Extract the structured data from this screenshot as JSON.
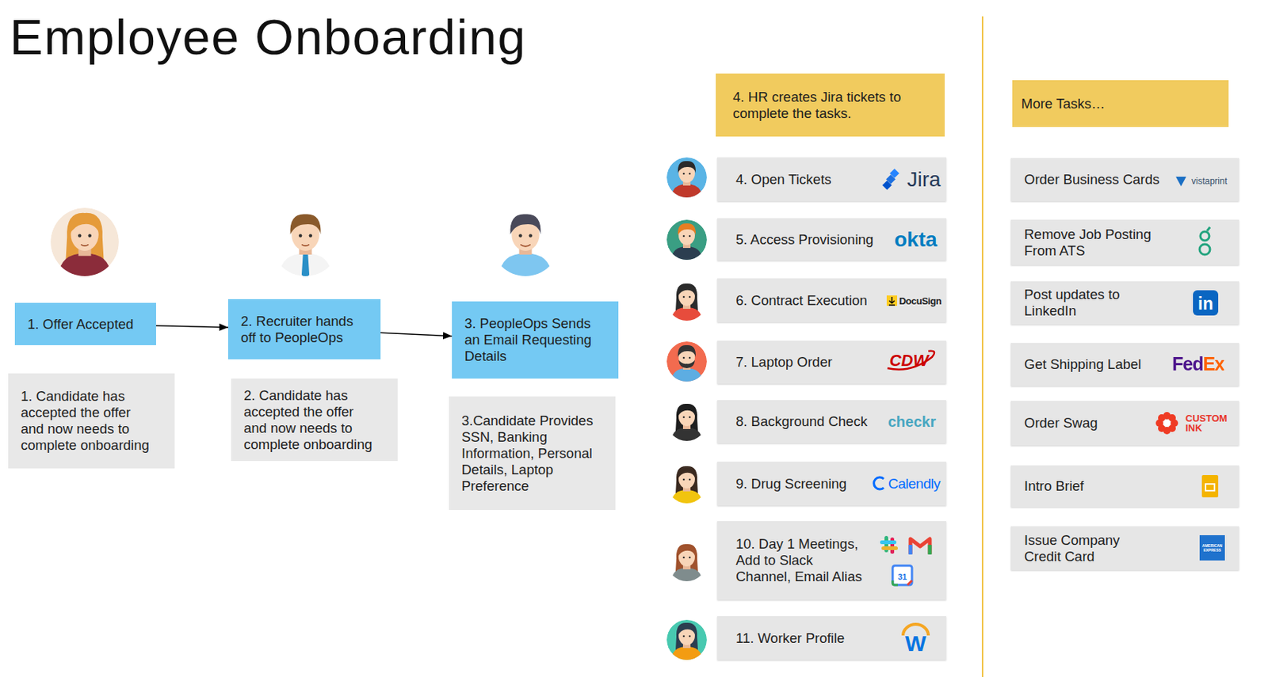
{
  "diagram": {
    "title": "Employee Onboarding",
    "nodes": [
      {
        "text": [
          "1. Offer Accepted"
        ]
      },
      {
        "text": [
          "1. Candidate has accepted the offer and now needs to complete onboarding"
        ]
      },
      {
        "text": [
          "2. Recruiter hands off to PeopleOps"
        ]
      },
      {
        "text": [
          "2. Candidate has accepted the offer and now needs to complete onboarding"
        ]
      },
      {
        "text": [
          "3. PeopleOps Sends an Email Requesting Details"
        ]
      },
      {
        "text": [
          "3.Candidate Provides SSN, Banking Information, Personal Details, Laptop Preference"
        ]
      },
      {
        "text": [
          "4. HR creates Jira tickets to complete the tasks."
        ]
      },
      {
        "text": [
          "4. Open Tickets"
        ]
      },
      {
        "text": [
          "5. Access Provisioning"
        ]
      },
      {
        "text": [
          "6. Contract Execution"
        ]
      },
      {
        "text": [
          "7. Laptop Order"
        ]
      },
      {
        "text": [
          "8. Background Check"
        ]
      },
      {
        "text": [
          "9. Drug Screening"
        ]
      },
      {
        "text": [
          "10. Day 1 Meetings, Add to Slack Channel, Email Alias"
        ]
      },
      {
        "text": [
          "11. Worker Profile"
        ]
      },
      {
        "text": [
          "More Tasks…"
        ]
      },
      {
        "text": [
          "Order Business Cards"
        ]
      },
      {
        "text": [
          "Remove Job Posting From ATS"
        ]
      },
      {
        "text": [
          "Post updates to LinkedIn"
        ]
      },
      {
        "text": [
          "Get Shipping Label"
        ]
      },
      {
        "text": [
          "Order Swag"
        ]
      },
      {
        "text": [
          "Intro Brief"
        ]
      },
      {
        "text": [
          "Issue Company Credit Card"
        ]
      }
    ],
    "edges": [
      {
        "from": 0,
        "to": 2,
        "arrow": "to"
      },
      {
        "from": 2,
        "to": 4,
        "arrow": "to"
      }
    ],
    "labels": [
      "Jira",
      "okta",
      "DocuSign",
      "CDW",
      "checkr",
      "Calendly",
      "31",
      "W",
      "vistaprint",
      "in",
      "FedEx",
      "CUSTOM INK",
      "AMERICAN EXPRESS"
    ]
  }
}
